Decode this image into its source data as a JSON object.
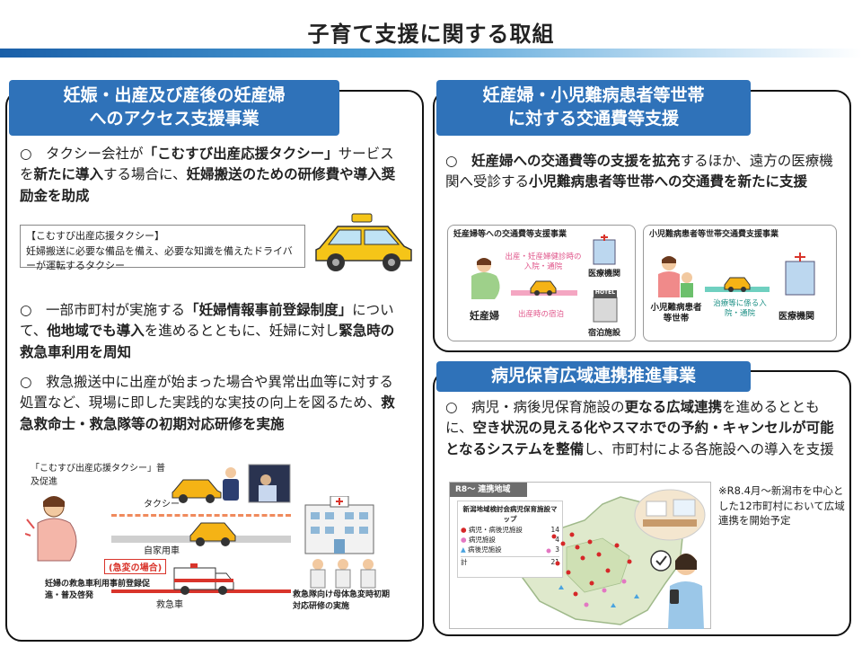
{
  "page": {
    "title": "子育て支援に関する取組"
  },
  "left_panel": {
    "tag_line1": "妊娠・出産及び産後の妊産婦",
    "tag_line2": "へのアクセス支援事業",
    "item1": {
      "marker": "○",
      "t1": "タクシー会社が",
      "b1": "「こむすび出産応援タクシー」",
      "t2": "サービスを",
      "b2": "新たに導入",
      "t3": "する場合に、",
      "b3": "妊婦搬送のための研修費や導入奨励金を助成"
    },
    "taxi_box": {
      "title": "【こむすび出産応援タクシー】",
      "body": "妊婦搬送に必要な備品を備え、必要な知識を備えたドライバーが運転するタクシー"
    },
    "item2": {
      "marker": "○",
      "t1": "一部市町村が実施する",
      "b1": "「妊婦情報事前登録制度」",
      "t2": "について、",
      "b2": "他地域でも導入",
      "t3": "を進めるとともに、妊婦に対し",
      "b3": "緊急時の救急車利用を周知"
    },
    "item3": {
      "marker": "○",
      "t1": "救急搬送中に出産が始まった場合や異常出血等に対する処置など、現場に即した実践的な実技の向上を図るため、",
      "b1": "救急救命士・救急隊等の初期対応研修を実施"
    },
    "illus": {
      "label_taxi_promo": "「こむすび出産応援タクシー」普及促進",
      "label_taxi": "タクシー",
      "label_private": "自家用車",
      "label_emergency_case": "(急変の場合)",
      "label_ambulance": "救急車",
      "label_register": "妊婦の救急車利用事前登録促進・普及啓発",
      "label_training": "救急隊向け母体急変時初期対応研修の実施"
    }
  },
  "right_top": {
    "tag_line1": "妊産婦・小児難病患者等世帯",
    "tag_line2": "に対する交通費等支援",
    "item1": {
      "marker": "○",
      "b1": "妊産婦への交通費等の支援を拡充",
      "t1": "するほか、遠方の医療機関へ受診する",
      "b2": "小児難病患者等世帯への交通費を新たに支援"
    },
    "sub1": {
      "title": "妊産婦等への交通費等支援事業",
      "route_upper": "出産・妊産婦健診時の入院・通院",
      "route_lower": "出産時の宿泊",
      "person": "妊産婦",
      "hospital": "医療機関",
      "hotel_sign": "HOTEL",
      "hotel": "宿泊施設"
    },
    "sub2": {
      "title": "小児難病患者等世帯交通費支援事業",
      "person": "小児難病患者等世帯",
      "route": "治療等に係る入院・通院",
      "hospital": "医療機関"
    }
  },
  "right_bottom": {
    "tag": "病児保育広域連携推進事業",
    "item1": {
      "marker": "○",
      "t1": "病児・病後児保育施設の",
      "b1": "更なる広域連携",
      "t2": "を進めるとともに、",
      "b2": "空き状況の見える化やスマホでの予約・キャンセルが可能となるシステムを整備",
      "t3": "し、市町村による各施設への導入を支援"
    },
    "map": {
      "header": "R8～ 連携地域",
      "legend_title": "新潟地域検討会病児保育施設マップ",
      "legend": [
        {
          "label": "病児・病後児施設",
          "count": "14",
          "color": "#d62728"
        },
        {
          "label": "病児施設",
          "count": "4",
          "color": "#e377c2"
        },
        {
          "label": "病後児施設",
          "count": "3",
          "color": "#4aa3df"
        }
      ],
      "total_label": "計",
      "total": "21"
    },
    "note": "※R8.4月～新潟市を中心とした12市町村において広域連携を開始予定"
  }
}
